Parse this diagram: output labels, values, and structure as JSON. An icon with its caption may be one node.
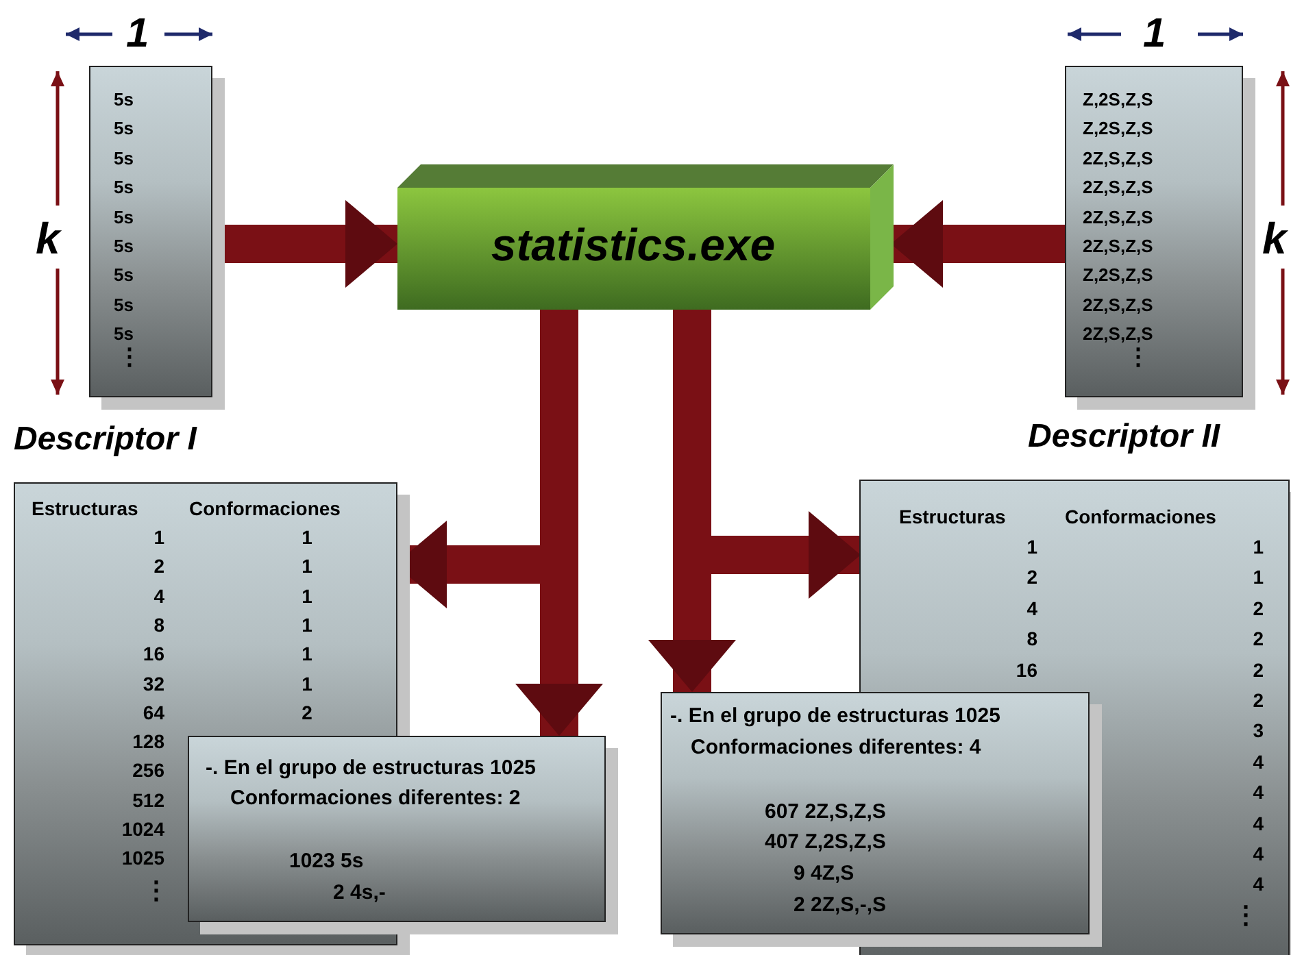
{
  "diagram": {
    "nodes": [
      {
        "text": [
          "5s",
          "5s",
          "5s",
          "5s",
          "5s",
          "5s",
          "5s",
          "5s",
          "5s",
          "⋮"
        ],
        "beside": [
          "1",
          "k",
          "Descriptor I"
        ]
      },
      {
        "text": [
          "statistics.exe"
        ]
      },
      {
        "text": [
          "Z,2S,Z,S",
          "Z,2S,Z,S",
          "2Z,S,Z,S",
          "2Z,S,Z,S",
          "2Z,S,Z,S",
          "2Z,S,Z,S",
          "Z,2S,Z,S",
          "2Z,S,Z,S",
          "2Z,S,Z,S",
          "⋮"
        ],
        "beside": [
          "1",
          "k",
          "Descriptor II"
        ]
      },
      {
        "text": [
          "Estructuras",
          "1",
          "2",
          "4",
          "8",
          "16",
          "32",
          "64",
          "128",
          "256",
          "512",
          "1024",
          "1025",
          "⋮",
          "Conformaciones",
          "1",
          "1",
          "1",
          "1",
          "1",
          "1",
          "2"
        ]
      },
      {
        "text": [
          "-. En el grupo de estructuras 1025",
          "Conformaciones diferentes: 2",
          "1023 5s",
          "2 4s,-"
        ]
      },
      {
        "text": [
          "Estructuras",
          "1",
          "2",
          "4",
          "8",
          "16",
          "Conformaciones",
          "1",
          "1",
          "2",
          "2",
          "2",
          "2",
          "3",
          "4",
          "4",
          "4",
          "4",
          "4",
          "⋮"
        ]
      },
      {
        "text": [
          "-. En el grupo de estructuras 1025",
          "Conformaciones diferentes: 4",
          "607 2Z,S,Z,S",
          "407 Z,2S,Z,S",
          "9 4Z,S",
          "2 2Z,S,-,S"
        ]
      }
    ],
    "edges": [
      {
        "from": 0,
        "to": 1,
        "arrow": "to"
      },
      {
        "from": 2,
        "to": 1,
        "arrow": "to"
      },
      {
        "from": 1,
        "to": 3,
        "arrow": "to"
      },
      {
        "from": 1,
        "to": 4,
        "arrow": "to"
      },
      {
        "from": 1,
        "to": 6,
        "arrow": "to"
      },
      {
        "from": 1,
        "to": 5,
        "arrow": "to"
      }
    ]
  }
}
